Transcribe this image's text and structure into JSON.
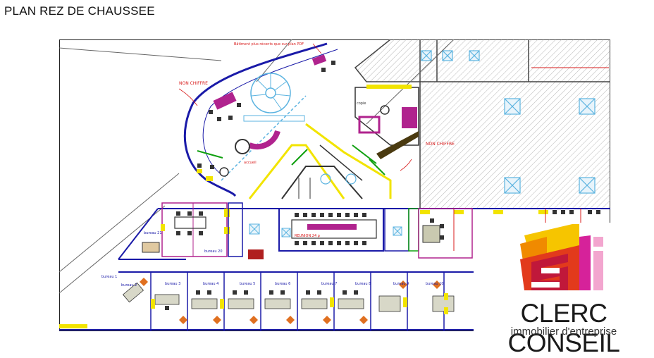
{
  "header": {
    "title_bold": "PLAN",
    "title_rest": " REZ DE CHAUSSEE"
  },
  "plan": {
    "notes": {
      "top_note": "Bâtiment plus récents que sur plan PDF",
      "non_chiffre_1": "NON CHIFFRE",
      "non_chiffre_2": "NON CHIFFRE",
      "accueil": "accueil"
    },
    "rooms": {
      "reunion": "REUNION 24 p",
      "b1": "bureau 1",
      "b2": "bureau 2",
      "b3": "bureau 3",
      "b4": "bureau 4",
      "b5": "bureau 5",
      "b6": "bureau 6",
      "b7": "bureau 7",
      "b8": "bureau 8",
      "b9": "bureau 9",
      "b10": "bureau 10",
      "b20": "bureau 20",
      "b21": "bureau 21",
      "copie": "copie"
    },
    "colors": {
      "wall": "#1a1aa8",
      "red": "#d81b1b",
      "yellow": "#f2e400",
      "green": "#10a010",
      "magenta": "#b0238e",
      "dark": "#333333",
      "hatch": "#9a9a9a",
      "cyan": "#5bb3e0"
    }
  },
  "logo": {
    "brand_bold": "CLERC",
    "brand_rest": " CONSEIL",
    "tagline": "immobilier d'entreprise",
    "colors": [
      "#f6c500",
      "#f08a00",
      "#e23a1c",
      "#c0183a",
      "#d6229a",
      "#f3a6cf"
    ]
  }
}
